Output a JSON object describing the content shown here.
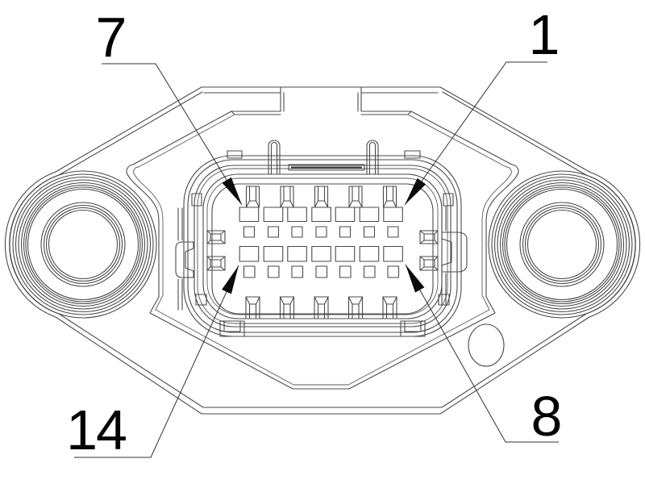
{
  "drawing": {
    "description": "Technical line drawing of a 14-position electrical connector, front view, with numbered pin callouts",
    "callouts": [
      {
        "position": "top-left",
        "label": "7"
      },
      {
        "position": "top-right",
        "label": "1"
      },
      {
        "position": "bottom-left",
        "label": "14"
      },
      {
        "position": "bottom-right",
        "label": "8"
      }
    ],
    "colors": {
      "line": "#4a4a4a",
      "text": "#000000",
      "background": "#ffffff"
    }
  }
}
